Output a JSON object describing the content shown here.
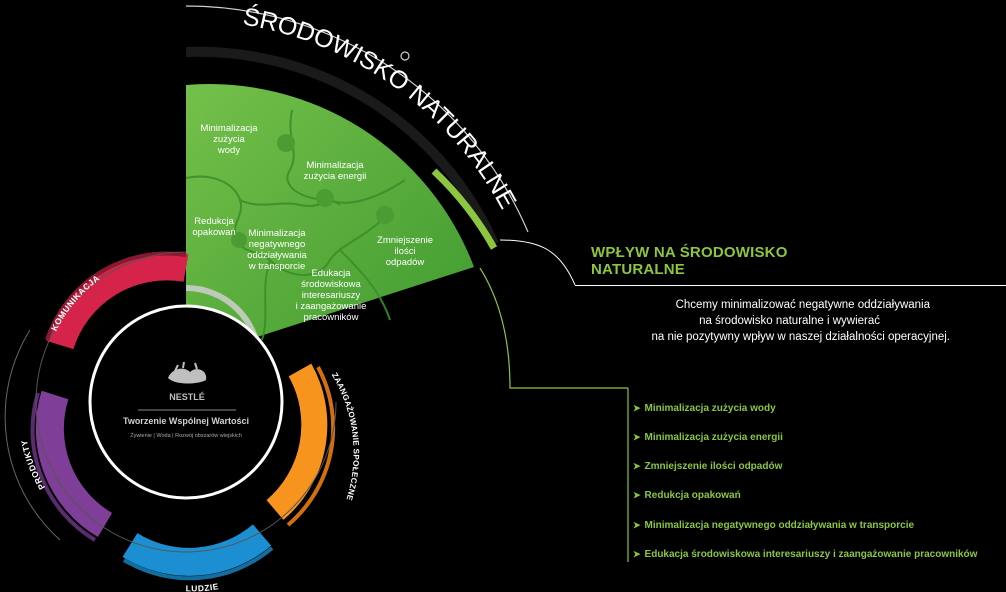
{
  "outer_title": "ŚRODOWISKO NATURALNE",
  "puzzle": [
    {
      "lines": [
        "Minimalizacja",
        "zużycia",
        "wody"
      ]
    },
    {
      "lines": [
        "Minimalizacja",
        "zużycia energii"
      ]
    },
    {
      "lines": [
        "Redukcja",
        "opakowań"
      ]
    },
    {
      "lines": [
        "Minimalizacja",
        "negatywnego",
        "oddziaływania",
        "w transporcie"
      ]
    },
    {
      "lines": [
        "Zmniejszenie",
        "ilości",
        "odpadów"
      ]
    },
    {
      "lines": [
        "Edukacja",
        "środowiskowa",
        "interesariuszy",
        "i zaangażowanie",
        "pracowników"
      ]
    }
  ],
  "segments": {
    "komunikacja": "KOMUNIKACJA",
    "produkty": "PRODUKTY",
    "ludzie": "LUDZIE",
    "zaangazowanie": "ZAANGAŻOWANIE SPOŁECZNE"
  },
  "center": {
    "logo_text": "NESTLÉ",
    "title": "Tworzenie Wspólnej Wartości",
    "subtitle": "Żywienie | Woda | Rozwój obszarów wiejskich"
  },
  "panel": {
    "title_line1": "WPŁYW NA ŚRODOWISKO",
    "title_line2": "NATURALNE",
    "desc_line1": "Chcemy minimalizować negatywne oddziaływania",
    "desc_line2": "na środowisko naturalne i wywierać",
    "desc_line3": "na nie pozytywny wpływ w naszej działalności operacyjnej."
  },
  "bullets": [
    "Minimalizacja zużycia wody",
    "Minimalizacja zużycia energii",
    "Zmniejszenie  ilości odpadów",
    "Redukcja opakowań",
    "Minimalizacja negatywnego oddziaływania w transporcie",
    "Edukacja środowiskowa interesariuszy i zaangażowanie pracowników"
  ],
  "colors": {
    "green": "#8cc63f",
    "green_dark": "#4e9a2e",
    "puzzle_fill": "#5cae3a",
    "red": "#d6234a",
    "purple": "#7f3f98",
    "blue": "#1b8fd2",
    "orange": "#f7941d"
  }
}
